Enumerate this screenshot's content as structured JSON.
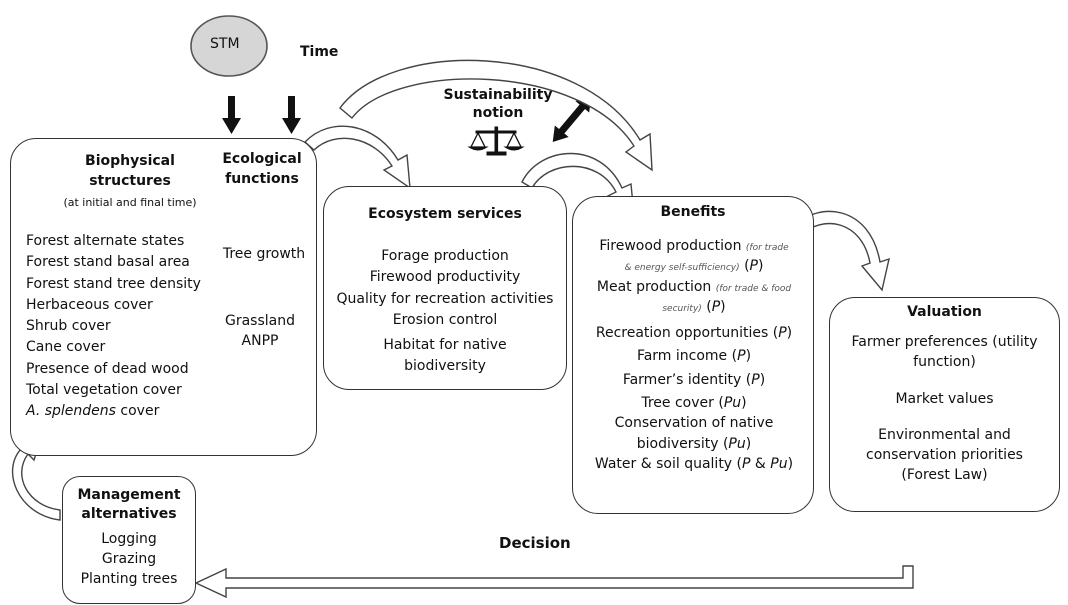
{
  "stm": {
    "label": "STM"
  },
  "time": {
    "label": "Time"
  },
  "sustainability": {
    "line1": "Sustainability",
    "line2": "notion"
  },
  "decision": {
    "label": "Decision"
  },
  "biophysical": {
    "title_line1": "Biophysical",
    "title_line2": "structures",
    "subtitle": "(at initial and final time)",
    "items": [
      "Forest alternate states",
      "Forest stand basal area",
      "Forest stand tree density",
      "Herbaceous cover",
      "Shrub cover",
      "Cane cover",
      "Presence of dead wood",
      "Total vegetation cover"
    ],
    "last_item_italic": "A. splendens",
    "last_item_rest": " cover"
  },
  "ecological": {
    "title_line1": "Ecological",
    "title_line2": "functions",
    "items": [
      "Tree growth",
      "Grassland",
      "ANPP"
    ]
  },
  "ecosystem": {
    "title": "Ecosystem services",
    "items": [
      "Forage production",
      "Firewood productivity",
      "Quality for recreation activities",
      "Erosion control",
      "Habitat for native",
      "biodiversity"
    ]
  },
  "benefits": {
    "title": "Benefits",
    "firewood": "Firewood production ",
    "firewood_small1": "(for trade",
    "firewood_small2": "& energy self-sufficiency)",
    "meat": "Meat production ",
    "meat_small1": "(for trade & food",
    "meat_small2": "security)",
    "p": "P",
    "pu": "Pu",
    "recreation": "Recreation opportunities",
    "farm_income": "Farm income",
    "identity": "Farmer’s identity",
    "tree_cover": "Tree cover",
    "conservation1": "Conservation of native",
    "conservation2": "biodiversity",
    "water": "Water & soil quality",
    "water_mid": " & "
  },
  "valuation": {
    "title": "Valuation",
    "pref1": "Farmer preferences (utility",
    "pref2": "function)",
    "market": "Market values",
    "env1": "Environmental and",
    "env2": "conservation priorities",
    "env3": "(Forest Law)"
  },
  "management": {
    "title_line1": "Management",
    "title_line2": "alternatives",
    "items": [
      "Logging",
      "Grazing",
      "Planting trees"
    ]
  },
  "colors": {
    "ellipse_fill": "#d6d6d6",
    "stroke": "#333333"
  }
}
